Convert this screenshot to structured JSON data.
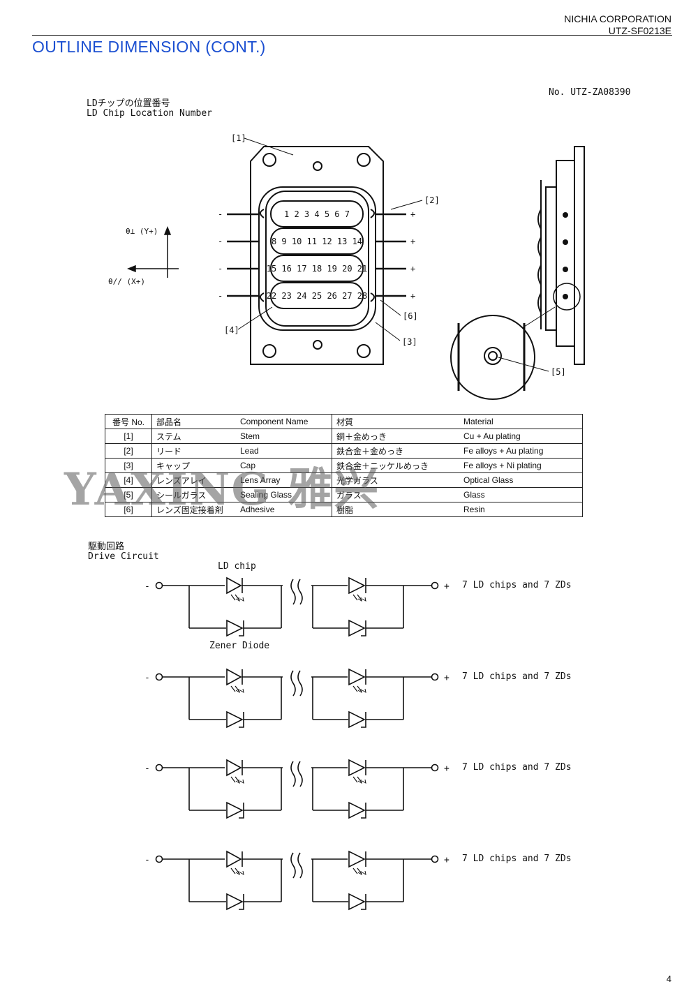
{
  "header": {
    "company": "NICHIA CORPORATION",
    "doc_number": "UTZ-SF0213E",
    "title": "OUTLINE DIMENSION (CONT.)"
  },
  "drawing": {
    "drawing_no": "No. UTZ-ZA08390",
    "section1_jp": "LDチップの位置番号",
    "section1_en": "LD Chip Location Number",
    "axis_y": "θ⊥ (Y+)",
    "axis_x": "θ// (X+)",
    "callouts": [
      "[1]",
      "[2]",
      "[3]",
      "[4]",
      "[5]",
      "[6]"
    ],
    "chip_rows": [
      "1 2 3 4 5 6 7",
      "8 9 10 11 12 13 14",
      "15 16 17 18 19 20 21",
      "22 23 24 25 26 27 28"
    ],
    "minus": "-",
    "plus": "+"
  },
  "parts_table": {
    "headers": [
      "番号 No.",
      "部品名",
      "Component Name",
      "材質",
      "Material"
    ],
    "rows": [
      [
        "[1]",
        "ステム",
        "Stem",
        "銅＋金めっき",
        "Cu + Au plating"
      ],
      [
        "[2]",
        "リード",
        "Lead",
        "鉄合金＋金めっき",
        "Fe alloys + Au plating"
      ],
      [
        "[3]",
        "キャップ",
        "Cap",
        "鉄合金＋ニッケルめっき",
        "Fe alloys + Ni plating"
      ],
      [
        "[4]",
        "レンズアレイ",
        "Lens Array",
        "光学ガラス",
        "Optical Glass"
      ],
      [
        "[5]",
        "シールガラス",
        "Sealing Glass",
        "ガラス",
        "Glass"
      ],
      [
        "[6]",
        "レンズ固定接着剤",
        "Adhesive",
        "樹脂",
        "Resin"
      ]
    ]
  },
  "watermark": "YAXING 雅兴",
  "circuit": {
    "title_jp": "駆動回路",
    "title_en": "Drive Circuit",
    "ld_chip_label": "LD chip",
    "zener_label": "Zener Diode",
    "row_note": "7 LD chips and 7 ZDs",
    "rows": 4
  },
  "page_number": "4"
}
